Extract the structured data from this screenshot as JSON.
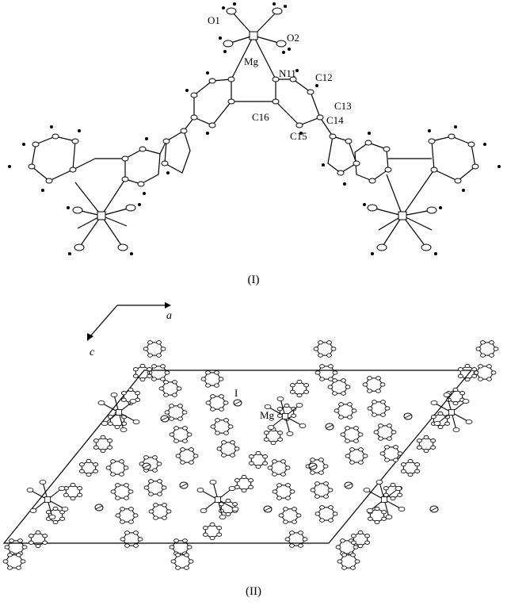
{
  "panel_i": {
    "caption": "(I)",
    "labels": {
      "o1": "O1",
      "o2": "O2",
      "mg": "Mg",
      "n11": "N11",
      "c12": "C12",
      "c13": "C13",
      "c14": "C14",
      "c15": "C15",
      "c16": "C16"
    }
  },
  "panel_ii": {
    "caption": "(II)",
    "axis_a": "a",
    "axis_c": "c",
    "label_i": "I",
    "label_mg": "Mg"
  }
}
